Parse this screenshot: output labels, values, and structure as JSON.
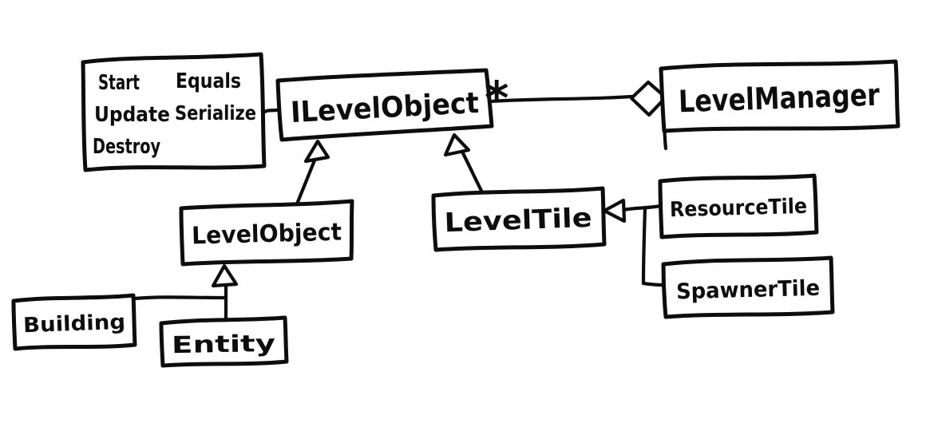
{
  "diagram": {
    "kind": "hand-drawn UML class diagram",
    "ink_color": "#0d0d0d",
    "background_color": "#ffffff",
    "nodes": {
      "ilevelobject": {
        "label": "ILevelObject",
        "role": "interface"
      },
      "levelmanager": {
        "label": "LevelManager",
        "role": "class"
      },
      "levelobject": {
        "label": "LevelObject",
        "role": "class"
      },
      "leveltile": {
        "label": "LevelTile",
        "role": "class"
      },
      "resourcetile": {
        "label": "ResourceTile",
        "role": "class"
      },
      "spawnertile": {
        "label": "SpawnerTile",
        "role": "class"
      },
      "building": {
        "label": "Building",
        "role": "class"
      },
      "entity": {
        "label": "Entity",
        "role": "class"
      }
    },
    "methods_note": {
      "attached_to": "ILevelObject",
      "items": [
        "Start",
        "Equals",
        "Update",
        "Serialize",
        "Destroy"
      ],
      "grid": {
        "r1c1": "Start",
        "r1c2": "Equals",
        "r2c1": "Update",
        "r2c2": "Serialize",
        "r3c1": "Destroy"
      }
    },
    "aggregation": {
      "from": "ILevelObject",
      "to": "LevelManager",
      "multiplicity": "*"
    },
    "edges": [
      {
        "from": "LevelObject",
        "to": "ILevelObject",
        "type": "inheritance"
      },
      {
        "from": "LevelTile",
        "to": "ILevelObject",
        "type": "inheritance"
      },
      {
        "from": "ResourceTile",
        "to": "LevelTile",
        "type": "inheritance"
      },
      {
        "from": "SpawnerTile",
        "to": "LevelTile",
        "type": "inheritance"
      },
      {
        "from": "Building",
        "to": "LevelObject",
        "type": "inheritance"
      },
      {
        "from": "Entity",
        "to": "LevelObject",
        "type": "inheritance"
      },
      {
        "from": "ILevelObject",
        "to": "LevelManager",
        "type": "aggregation",
        "multiplicity": "*"
      },
      {
        "from": "methods-note",
        "to": "ILevelObject",
        "type": "note-attachment"
      }
    ]
  }
}
